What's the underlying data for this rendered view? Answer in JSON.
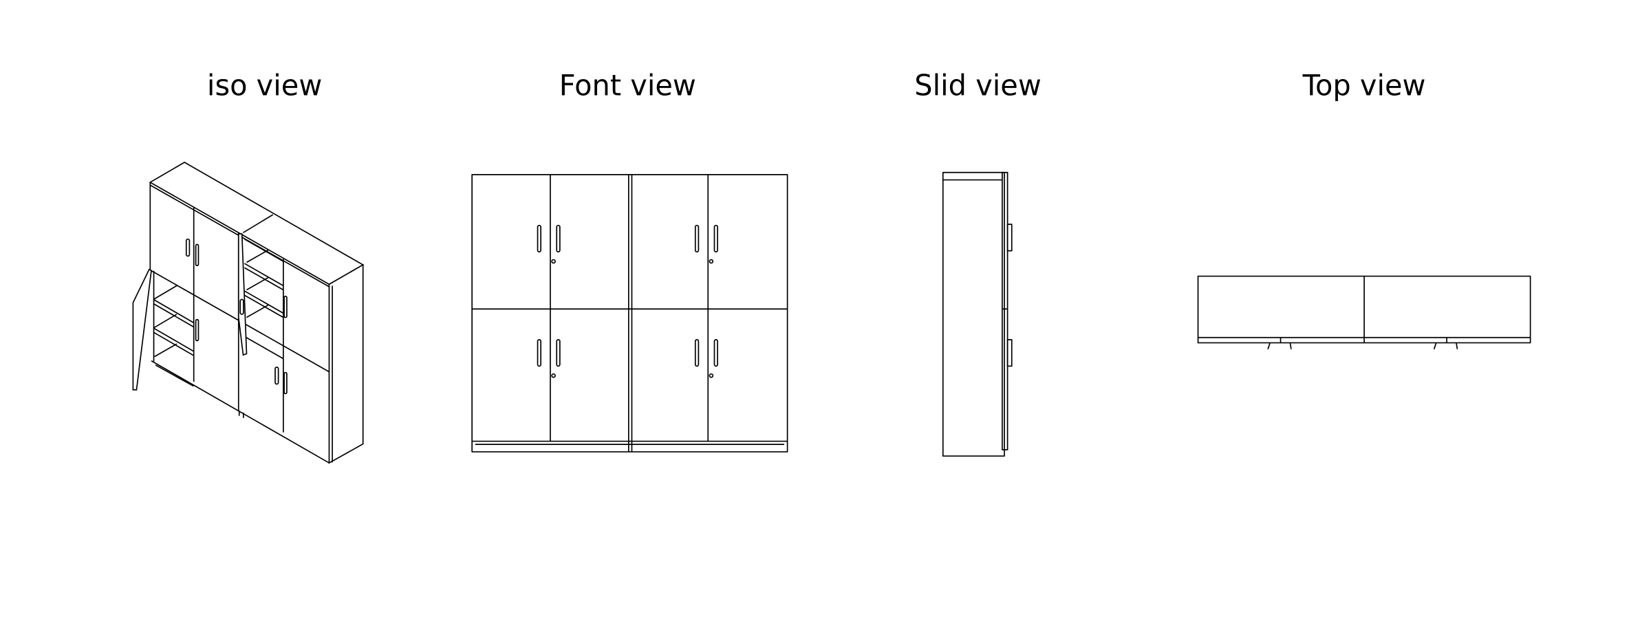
{
  "views": [
    {
      "title": "iso view"
    },
    {
      "title": "Font view"
    },
    {
      "title": "Slid view"
    },
    {
      "title": "Top view"
    }
  ]
}
